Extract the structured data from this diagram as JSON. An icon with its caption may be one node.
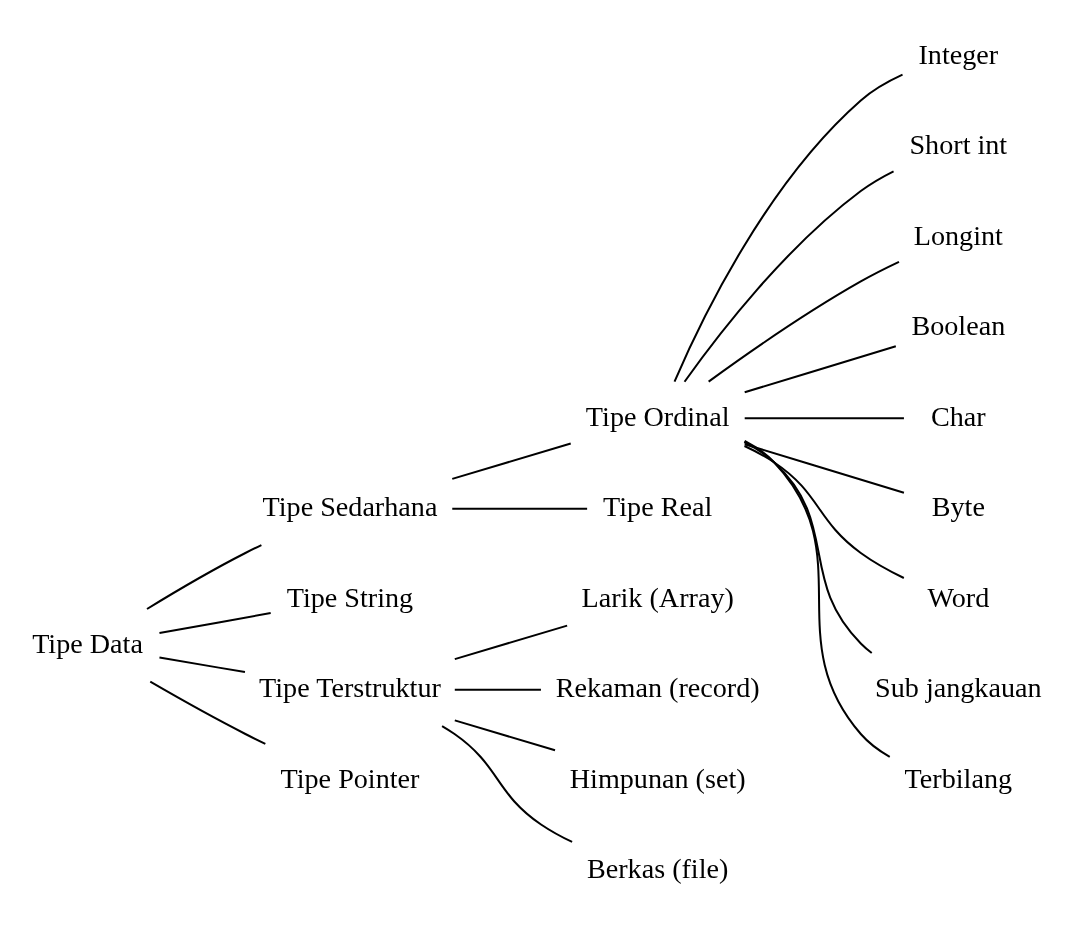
{
  "diagram": {
    "nodes": [
      {
        "text": [
          "Tipe Data"
        ]
      },
      {
        "text": [
          "Tipe Sedarhana"
        ]
      },
      {
        "text": [
          "Tipe String"
        ]
      },
      {
        "text": [
          "Tipe Terstruktur"
        ]
      },
      {
        "text": [
          "Tipe Pointer"
        ]
      },
      {
        "text": [
          "Tipe Ordinal"
        ]
      },
      {
        "text": [
          "Tipe Real"
        ]
      },
      {
        "text": [
          "Integer"
        ]
      },
      {
        "text": [
          "Short int"
        ]
      },
      {
        "text": [
          "Longint"
        ]
      },
      {
        "text": [
          "Boolean"
        ]
      },
      {
        "text": [
          "Char"
        ]
      },
      {
        "text": [
          "Byte"
        ]
      },
      {
        "text": [
          "Word"
        ]
      },
      {
        "text": [
          "Sub jangkauan"
        ]
      },
      {
        "text": [
          "Terbilang"
        ]
      },
      {
        "text": [
          "Larik (Array)"
        ]
      },
      {
        "text": [
          "Rekaman (record)"
        ]
      },
      {
        "text": [
          "Himpunan (set)"
        ]
      },
      {
        "text": [
          "Berkas (file)"
        ]
      }
    ],
    "edges": [
      {
        "from": 0,
        "to": 1,
        "arrow": "none"
      },
      {
        "from": 0,
        "to": 2,
        "arrow": "none"
      },
      {
        "from": 0,
        "to": 3,
        "arrow": "none"
      },
      {
        "from": 0,
        "to": 4,
        "arrow": "none"
      },
      {
        "from": 1,
        "to": 5,
        "arrow": "none"
      },
      {
        "from": 1,
        "to": 6,
        "arrow": "none"
      },
      {
        "from": 5,
        "to": 7,
        "arrow": "none"
      },
      {
        "from": 5,
        "to": 8,
        "arrow": "none"
      },
      {
        "from": 5,
        "to": 9,
        "arrow": "none"
      },
      {
        "from": 5,
        "to": 10,
        "arrow": "none"
      },
      {
        "from": 5,
        "to": 11,
        "arrow": "none"
      },
      {
        "from": 5,
        "to": 12,
        "arrow": "none"
      },
      {
        "from": 5,
        "to": 13,
        "arrow": "none"
      },
      {
        "from": 5,
        "to": 14,
        "arrow": "none"
      },
      {
        "from": 5,
        "to": 15,
        "arrow": "none"
      },
      {
        "from": 3,
        "to": 16,
        "arrow": "none"
      },
      {
        "from": 3,
        "to": 17,
        "arrow": "none"
      },
      {
        "from": 3,
        "to": 18,
        "arrow": "none"
      },
      {
        "from": 3,
        "to": 19,
        "arrow": "none"
      }
    ]
  }
}
